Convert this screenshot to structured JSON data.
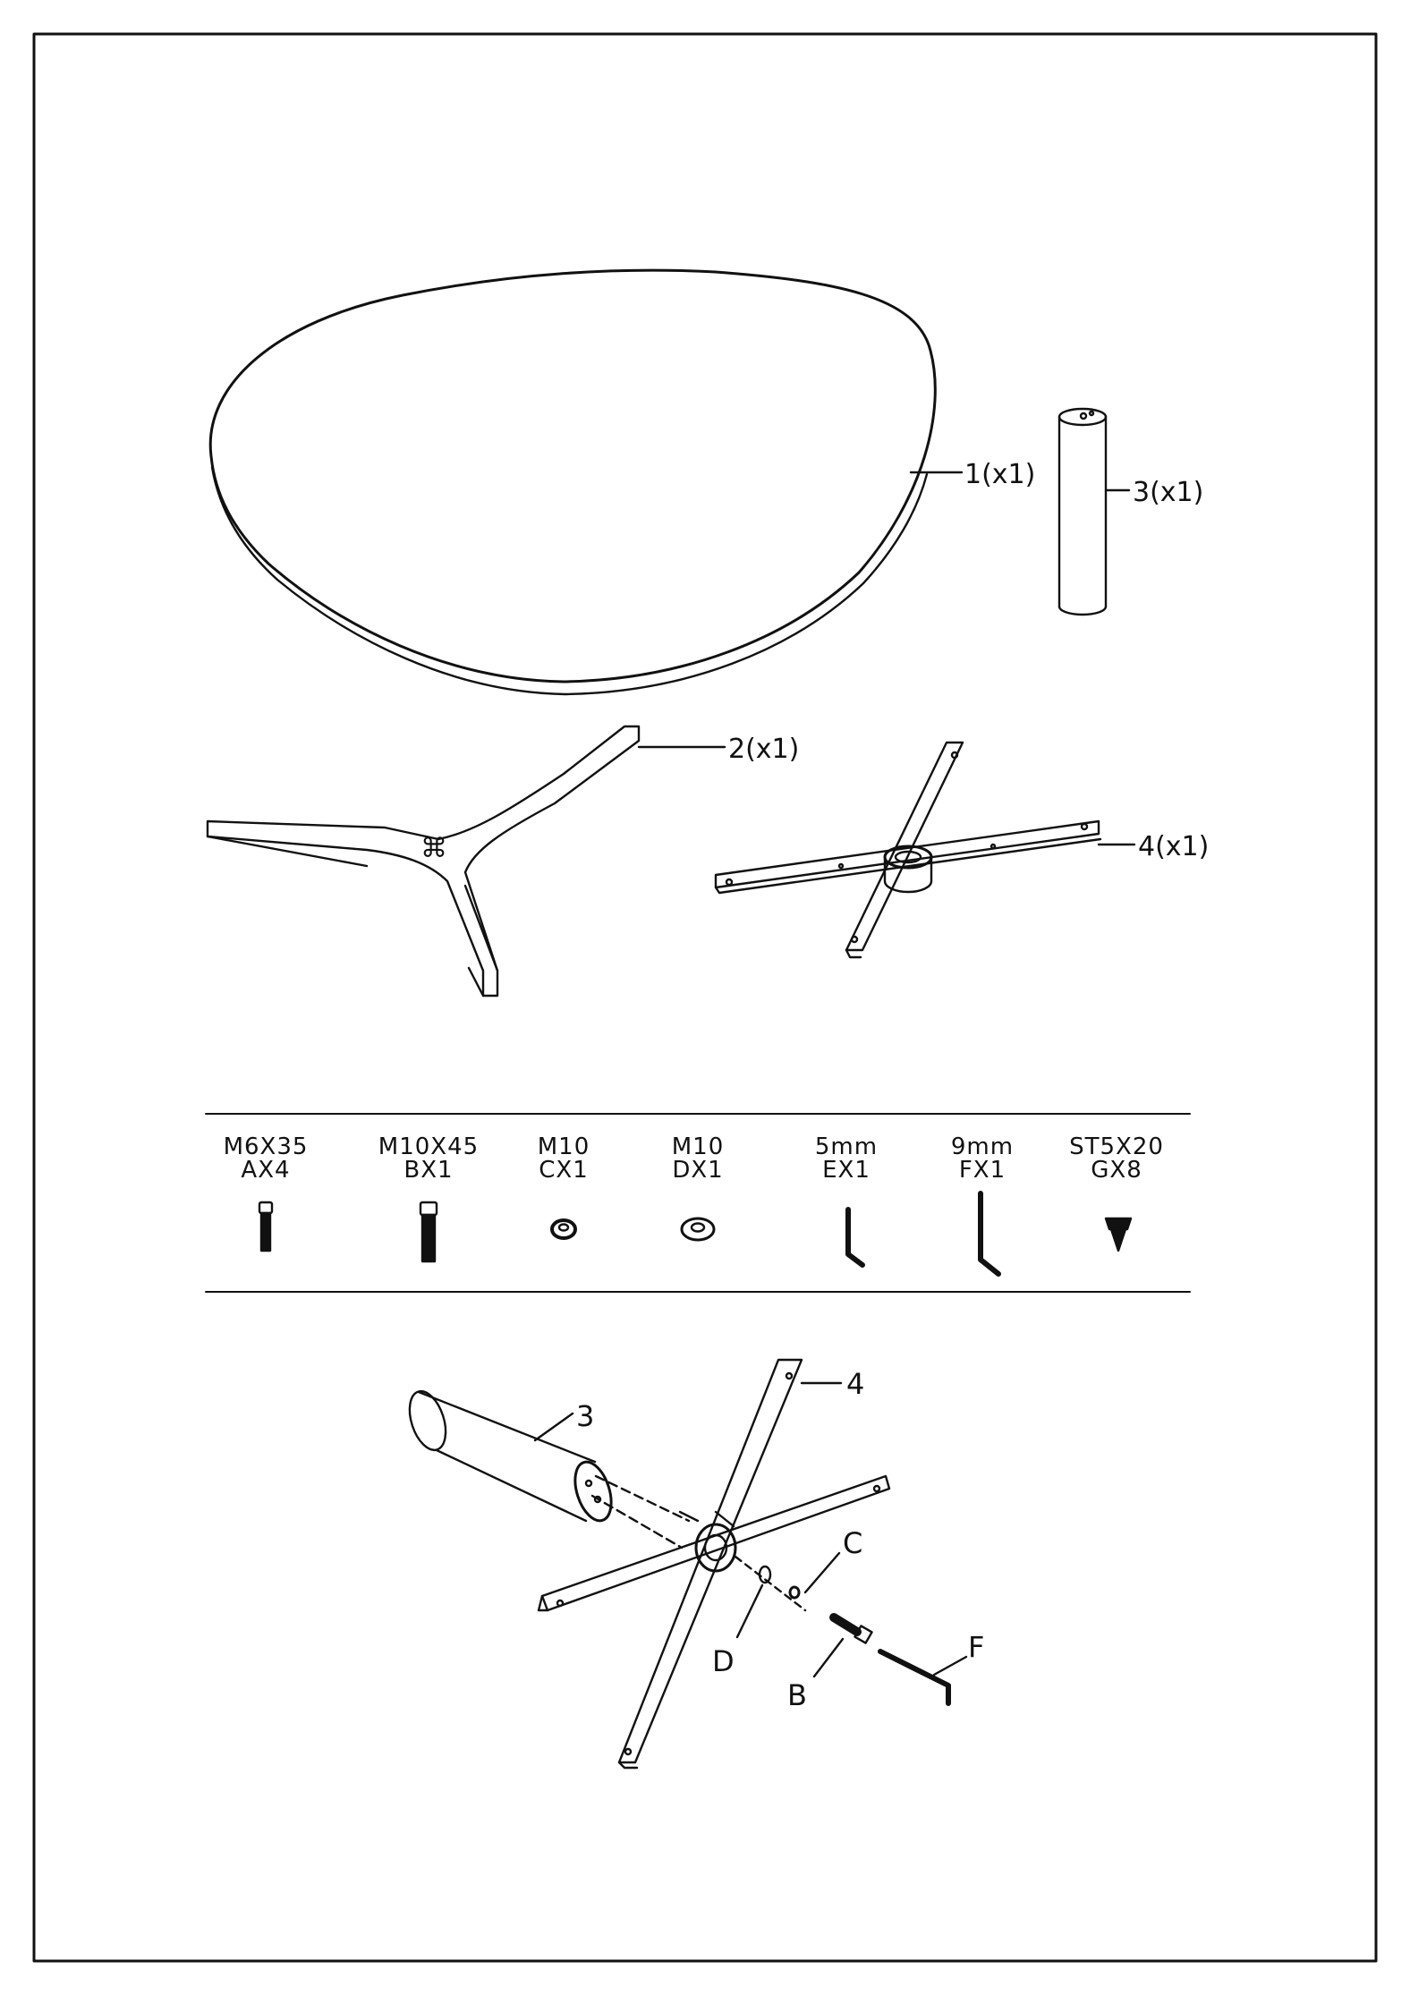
{
  "colors": {
    "ink": "#111111",
    "paper": "#ffffff"
  },
  "parts": {
    "p1": "1(x1)",
    "p2": "2(x1)",
    "p3": "3(x1)",
    "p4": "4(x1)"
  },
  "hardware": [
    {
      "size": "M6X35",
      "code": "AX4",
      "icon": "bolt-icon"
    },
    {
      "size": "M10X45",
      "code": "BX1",
      "icon": "bolt-icon"
    },
    {
      "size": "M10",
      "code": "CX1",
      "icon": "spring-washer-icon"
    },
    {
      "size": "M10",
      "code": "DX1",
      "icon": "flat-washer-icon"
    },
    {
      "size": "5mm",
      "code": "EX1",
      "icon": "allen-key-icon"
    },
    {
      "size": "9mm",
      "code": "FX1",
      "icon": "allen-key-icon"
    },
    {
      "size": "ST5X20",
      "code": "GX8",
      "icon": "self-tapping-screw-icon"
    }
  ],
  "assembly": {
    "leg": "3",
    "frame": "4",
    "spring_washer": "C",
    "flat_washer": "D",
    "bolt": "B",
    "hex_key": "F"
  }
}
